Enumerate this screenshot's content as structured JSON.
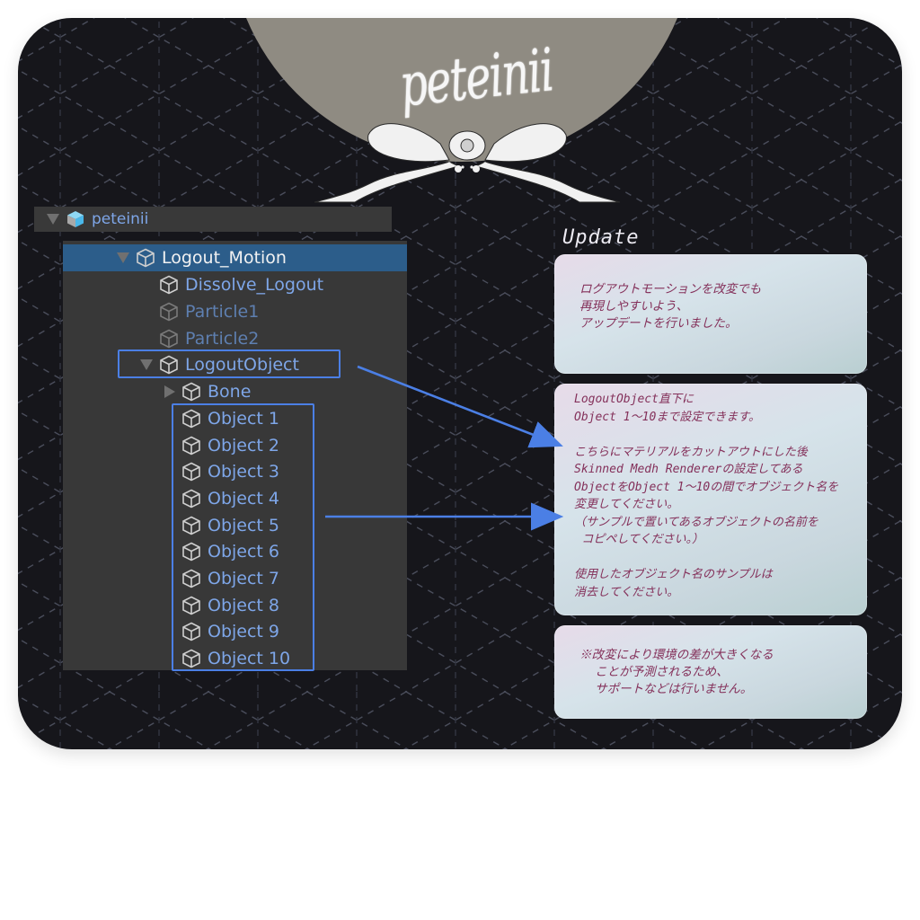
{
  "brand": {
    "logo_text": "peteinii",
    "decoration": "ribbon-bow-icon"
  },
  "hierarchy": {
    "root": {
      "label": "peteinii",
      "icon": "prefab-cube-icon",
      "expanded": true
    },
    "items": [
      {
        "label": "Logout_Motion",
        "icon": "cube-icon",
        "expanded": true,
        "selected": true,
        "indent": 1
      },
      {
        "label": "Dissolve_Logout",
        "icon": "cube-icon",
        "indent": 2
      },
      {
        "label": "Particle1",
        "icon": "cube-icon",
        "indent": 2,
        "inactive": true
      },
      {
        "label": "Particle2",
        "icon": "cube-icon",
        "indent": 2,
        "inactive": true
      },
      {
        "label": "LogoutObject",
        "icon": "cube-icon",
        "expanded": true,
        "indent": 2,
        "highlighted": true
      },
      {
        "label": "Bone",
        "icon": "cube-icon",
        "collapsed": true,
        "indent": 3
      },
      {
        "label": "Object 1",
        "icon": "cube-icon",
        "indent": 3
      },
      {
        "label": "Object 2",
        "icon": "cube-icon",
        "indent": 3
      },
      {
        "label": "Object 3",
        "icon": "cube-icon",
        "indent": 3
      },
      {
        "label": "Object 4",
        "icon": "cube-icon",
        "indent": 3
      },
      {
        "label": "Object 5",
        "icon": "cube-icon",
        "indent": 3
      },
      {
        "label": "Object 6",
        "icon": "cube-icon",
        "indent": 3
      },
      {
        "label": "Object 7",
        "icon": "cube-icon",
        "indent": 3
      },
      {
        "label": "Object 8",
        "icon": "cube-icon",
        "indent": 3
      },
      {
        "label": "Object 9",
        "icon": "cube-icon",
        "indent": 3
      },
      {
        "label": "Object 10",
        "icon": "cube-icon",
        "indent": 3
      }
    ]
  },
  "update": {
    "title": "Update",
    "note1": {
      "lines": [
        "ログアウトモーションを改変でも",
        "再現しやすいよう、",
        "アップデートを行いました。"
      ]
    },
    "note2": {
      "lines": [
        "LogoutObject直下に",
        "Object 1〜10まで設定できます。",
        "",
        "こちらにマテリアルをカットアウトにした後",
        "Skinned Medh Rendererの設定してある",
        "ObjectをObject 1〜10の間でオブジェクト名を",
        "変更してください。",
        "（サンプルで置いてあるオブジェクトの名前を",
        "  コピペしてください。）",
        "",
        "使用したオブジェクト名のサンプルは",
        "消去してください。"
      ]
    },
    "note3": {
      "lines": [
        "※改変により環境の差が大きくなる",
        "    ことが予測されるため、",
        "    サポートなどは行いません。"
      ]
    }
  },
  "colors": {
    "background": "#16161b",
    "tree_panel": "#383838",
    "selected_row": "#2c5d8a",
    "label_blue": "#7ea6e8",
    "highlight_blue": "#4b7fe5",
    "note_text": "#84305a"
  }
}
